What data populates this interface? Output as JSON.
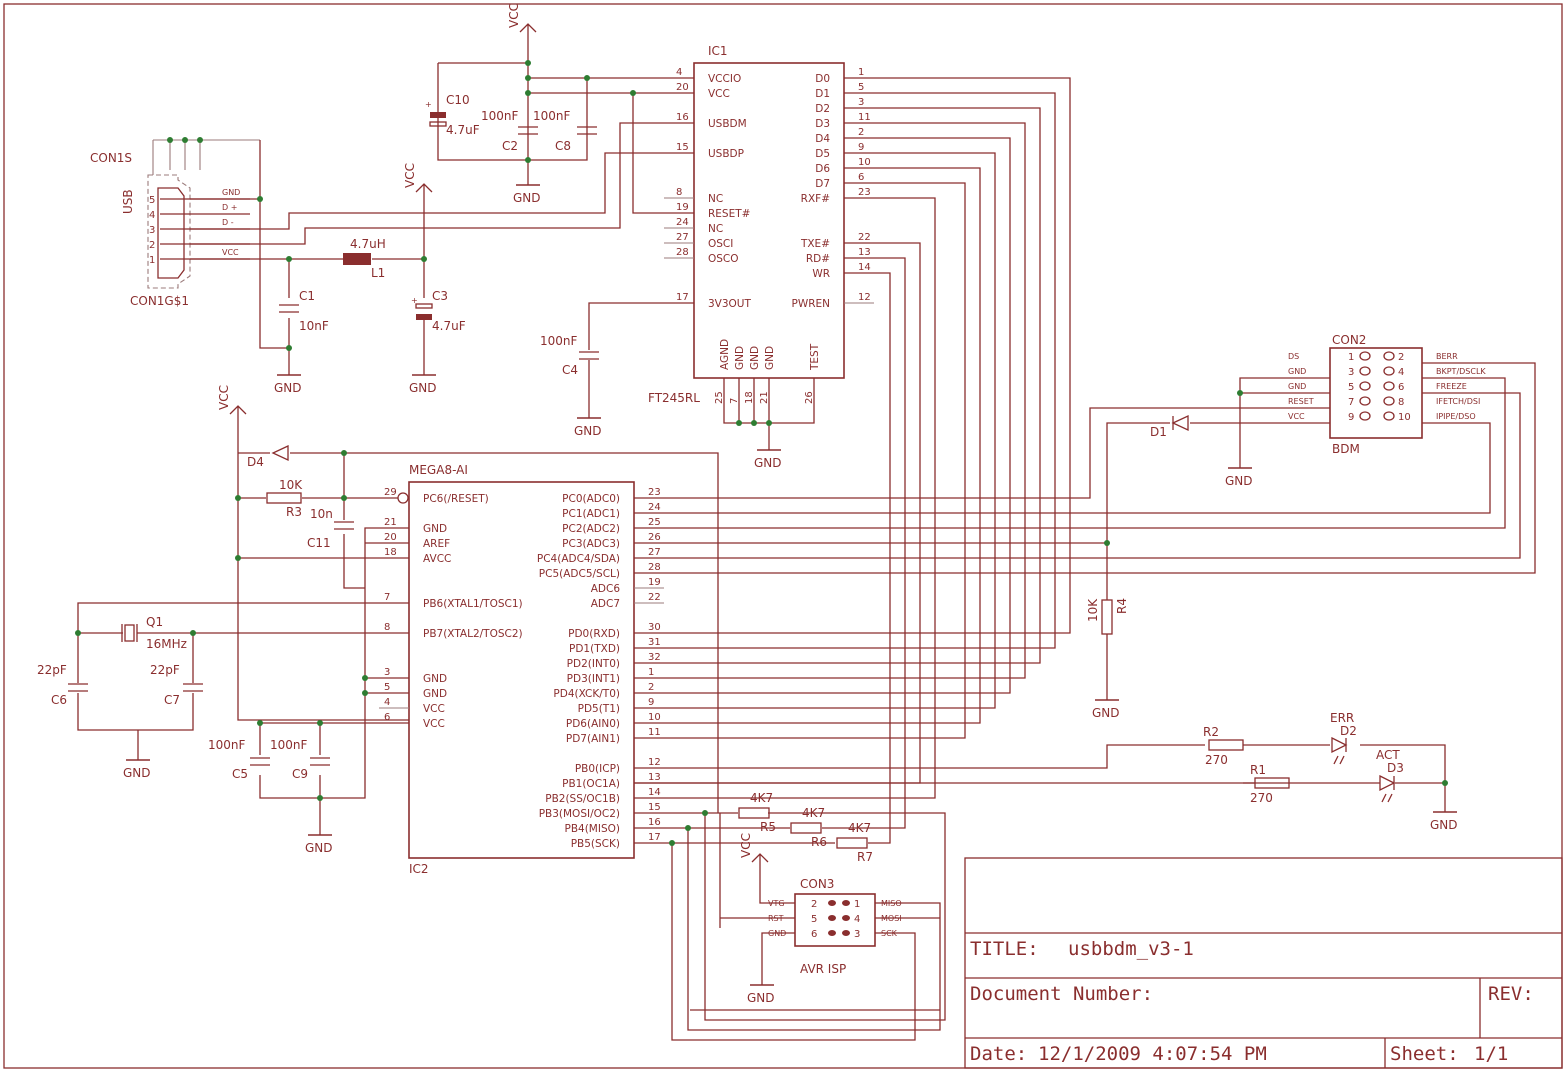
{
  "title_block": {
    "title_label": "TITLE:",
    "title_value": "usbbdm_v3-1",
    "doc_number_label": "Document Number:",
    "rev_label": "REV:",
    "date_label": "Date:",
    "date_value": "12/1/2009 4:07:54 PM",
    "sheet_label": "Sheet:",
    "sheet_value": "1/1"
  },
  "ic1": {
    "ref": "IC1",
    "part": "FT245RL",
    "left_pins": [
      {
        "num": "4",
        "name": "VCCIO"
      },
      {
        "num": "20",
        "name": "VCC"
      },
      {
        "num": "16",
        "name": "USBDM"
      },
      {
        "num": "15",
        "name": "USBDP"
      },
      {
        "num": "8",
        "name": "NC"
      },
      {
        "num": "19",
        "name": "RESET#"
      },
      {
        "num": "24",
        "name": "NC"
      },
      {
        "num": "27",
        "name": "OSCI"
      },
      {
        "num": "28",
        "name": "OSCO"
      },
      {
        "num": "17",
        "name": "3V3OUT"
      }
    ],
    "right_pins": [
      {
        "num": "1",
        "name": "D0"
      },
      {
        "num": "5",
        "name": "D1"
      },
      {
        "num": "3",
        "name": "D2"
      },
      {
        "num": "11",
        "name": "D3"
      },
      {
        "num": "2",
        "name": "D4"
      },
      {
        "num": "9",
        "name": "D5"
      },
      {
        "num": "10",
        "name": "D6"
      },
      {
        "num": "6",
        "name": "D7"
      },
      {
        "num": "23",
        "name": "RXF#"
      },
      {
        "num": "22",
        "name": "TXE#"
      },
      {
        "num": "13",
        "name": "RD#"
      },
      {
        "num": "14",
        "name": "WR"
      },
      {
        "num": "12",
        "name": "PWREN"
      }
    ],
    "bottom_pins": [
      {
        "num": "25",
        "name": "AGND"
      },
      {
        "num": "7",
        "name": "GND"
      },
      {
        "num": "18",
        "name": "GND"
      },
      {
        "num": "21",
        "name": "GND"
      },
      {
        "num": "26",
        "name": "TEST"
      }
    ]
  },
  "ic2": {
    "ref": "IC2",
    "part": "MEGA8-AI",
    "left_pins": [
      {
        "num": "29",
        "name": "PC6(/RESET)"
      },
      {
        "num": "21",
        "name": "GND"
      },
      {
        "num": "20",
        "name": "AREF"
      },
      {
        "num": "18",
        "name": "AVCC"
      },
      {
        "num": "7",
        "name": "PB6(XTAL1/TOSC1)"
      },
      {
        "num": "8",
        "name": "PB7(XTAL2/TOSC2)"
      },
      {
        "num": "3",
        "name": "GND"
      },
      {
        "num": "5",
        "name": "GND"
      },
      {
        "num": "4",
        "name": "VCC"
      },
      {
        "num": "6",
        "name": "VCC"
      }
    ],
    "right_pins": [
      {
        "num": "23",
        "name": "PC0(ADC0)"
      },
      {
        "num": "24",
        "name": "PC1(ADC1)"
      },
      {
        "num": "25",
        "name": "PC2(ADC2)"
      },
      {
        "num": "26",
        "name": "PC3(ADC3)"
      },
      {
        "num": "27",
        "name": "PC4(ADC4/SDA)"
      },
      {
        "num": "28",
        "name": "PC5(ADC5/SCL)"
      },
      {
        "num": "19",
        "name": "ADC6"
      },
      {
        "num": "22",
        "name": "ADC7"
      },
      {
        "num": "30",
        "name": "PD0(RXD)"
      },
      {
        "num": "31",
        "name": "PD1(TXD)"
      },
      {
        "num": "32",
        "name": "PD2(INT0)"
      },
      {
        "num": "1",
        "name": "PD3(INT1)"
      },
      {
        "num": "2",
        "name": "PD4(XCK/T0)"
      },
      {
        "num": "9",
        "name": "PD5(T1)"
      },
      {
        "num": "10",
        "name": "PD6(AIN0)"
      },
      {
        "num": "11",
        "name": "PD7(AIN1)"
      },
      {
        "num": "12",
        "name": "PB0(ICP)"
      },
      {
        "num": "13",
        "name": "PB1(OC1A)"
      },
      {
        "num": "14",
        "name": "PB2(SS/OC1B)"
      },
      {
        "num": "15",
        "name": "PB3(MOSI/OC2)"
      },
      {
        "num": "16",
        "name": "PB4(MISO)"
      },
      {
        "num": "17",
        "name": "PB5(SCK)"
      }
    ]
  },
  "usb": {
    "ref": "CON1S",
    "part": "CON1G$1",
    "side_label": "USB",
    "pins": [
      {
        "num": "5",
        "name": "GND"
      },
      {
        "num": "4",
        "name": "D +"
      },
      {
        "num": "3",
        "name": "D -"
      },
      {
        "num": "2",
        "name": ""
      },
      {
        "num": "1",
        "name": "VCC"
      }
    ]
  },
  "con2": {
    "ref": "CON2",
    "part": "BDM",
    "left_labels": [
      "DS",
      "GND",
      "GND",
      "RESET",
      "VCC"
    ],
    "right_labels": [
      "BERR",
      "BKPT/DSCLK",
      "FREEZE",
      "IFETCH/DSI",
      "IPIPE/DSO"
    ],
    "odd_nums": [
      "1",
      "3",
      "5",
      "7",
      "9"
    ],
    "even_nums": [
      "2",
      "4",
      "6",
      "8",
      "10"
    ]
  },
  "con3": {
    "ref": "CON3",
    "part": "AVR ISP",
    "left_labels": [
      "VTG",
      "RST",
      "GND"
    ],
    "right_labels": [
      "MISO",
      "MOSI",
      "SCK"
    ],
    "left_nums": [
      "2",
      "5",
      "6"
    ],
    "right_nums": [
      "1",
      "4",
      "3"
    ]
  },
  "components": {
    "c1": {
      "ref": "C1",
      "value": "10nF"
    },
    "c2": {
      "ref": "C2",
      "value": "100nF"
    },
    "c8": {
      "ref": "C8",
      "value": "100nF"
    },
    "c10": {
      "ref": "C10",
      "value": "4.7uF"
    },
    "c3": {
      "ref": "C3",
      "value": "4.7uF"
    },
    "c4": {
      "ref": "C4",
      "value": "100nF"
    },
    "c11": {
      "ref": "C11",
      "value": "10n"
    },
    "c5": {
      "ref": "C5",
      "value": "100nF"
    },
    "c9": {
      "ref": "C9",
      "value": "100nF"
    },
    "c6": {
      "ref": "C6",
      "value": "22pF"
    },
    "c7": {
      "ref": "C7",
      "value": "22pF"
    },
    "l1": {
      "ref": "L1",
      "value": "4.7uH"
    },
    "r3": {
      "ref": "R3",
      "value": "10K"
    },
    "r4": {
      "ref": "R4",
      "value": "10K"
    },
    "r5": {
      "ref": "R5",
      "value": "4K7"
    },
    "r6": {
      "ref": "R6",
      "value": "4K7"
    },
    "r7": {
      "ref": "R7",
      "value": "4K7"
    },
    "r2": {
      "ref": "R2",
      "value": "270"
    },
    "r1": {
      "ref": "R1",
      "value": "270"
    },
    "q1": {
      "ref": "Q1",
      "value": "16MHz"
    },
    "d1": {
      "ref": "D1"
    },
    "d4": {
      "ref": "D4"
    },
    "d2": {
      "ref": "D2",
      "value": "ERR"
    },
    "d3": {
      "ref": "D3",
      "value": "ACT"
    }
  },
  "nets": {
    "vcc": "VCC",
    "gnd": "GND"
  }
}
